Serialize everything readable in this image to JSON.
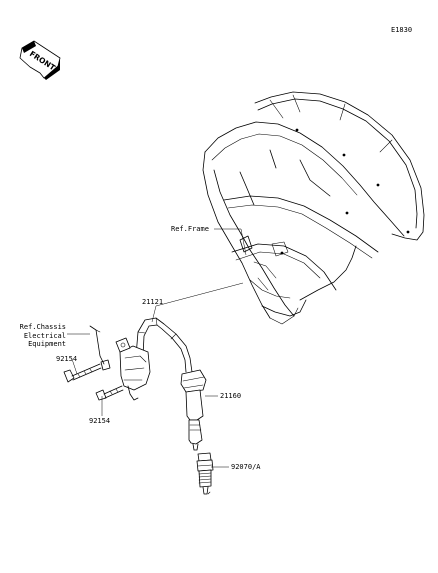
{
  "diagram_code": "E1830",
  "front_badge": "FRONT",
  "labels": {
    "ref_frame": "Ref.Frame",
    "ref_chassis": [
      "Ref.Chassis",
      "Electrical",
      "Equipment"
    ],
    "part_21121": "21121",
    "part_92154_upper": "92154",
    "part_92154_lower": "92154",
    "part_21160": "21160",
    "part_92070": "92070/A"
  }
}
